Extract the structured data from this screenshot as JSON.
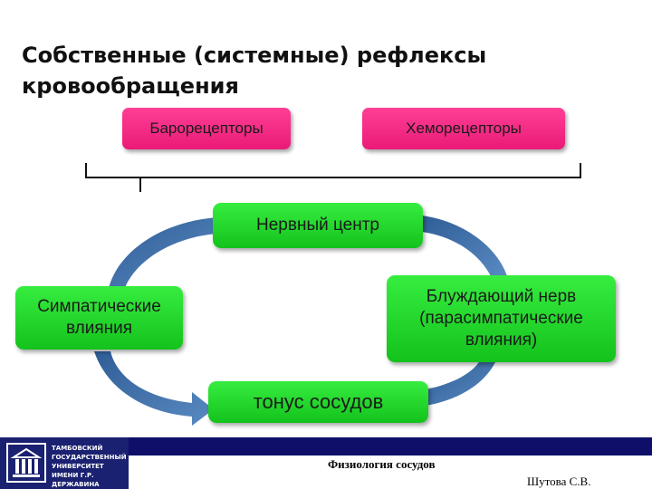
{
  "title": "Собственные (системные) рефлексы кровообращения",
  "receptors": {
    "baro": "Барорецепторы",
    "chemo": "Хеморецепторы"
  },
  "nodes": {
    "center": "Нервный центр",
    "sympathetic": "Симпатические\nвлияния",
    "vagus": "Блуждающий нерв\n(парасимпатические\nвлияния)",
    "tone": "тонус сосудов"
  },
  "footer": {
    "university": "ТАМБОВСКИЙ\nГОСУДАРСТВЕННЫЙ\nУНИВЕРСИТЕТ\nИМЕНИ Г.Р. ДЕРЖАВИНА",
    "subject": "Физиология сосудов",
    "author": "Шутова С.В."
  },
  "colors": {
    "receptor_box": "#f0247f",
    "node_box": "#22d62a",
    "arrow": "#3f6fa8",
    "footer_bg": "#0f0f6a"
  }
}
